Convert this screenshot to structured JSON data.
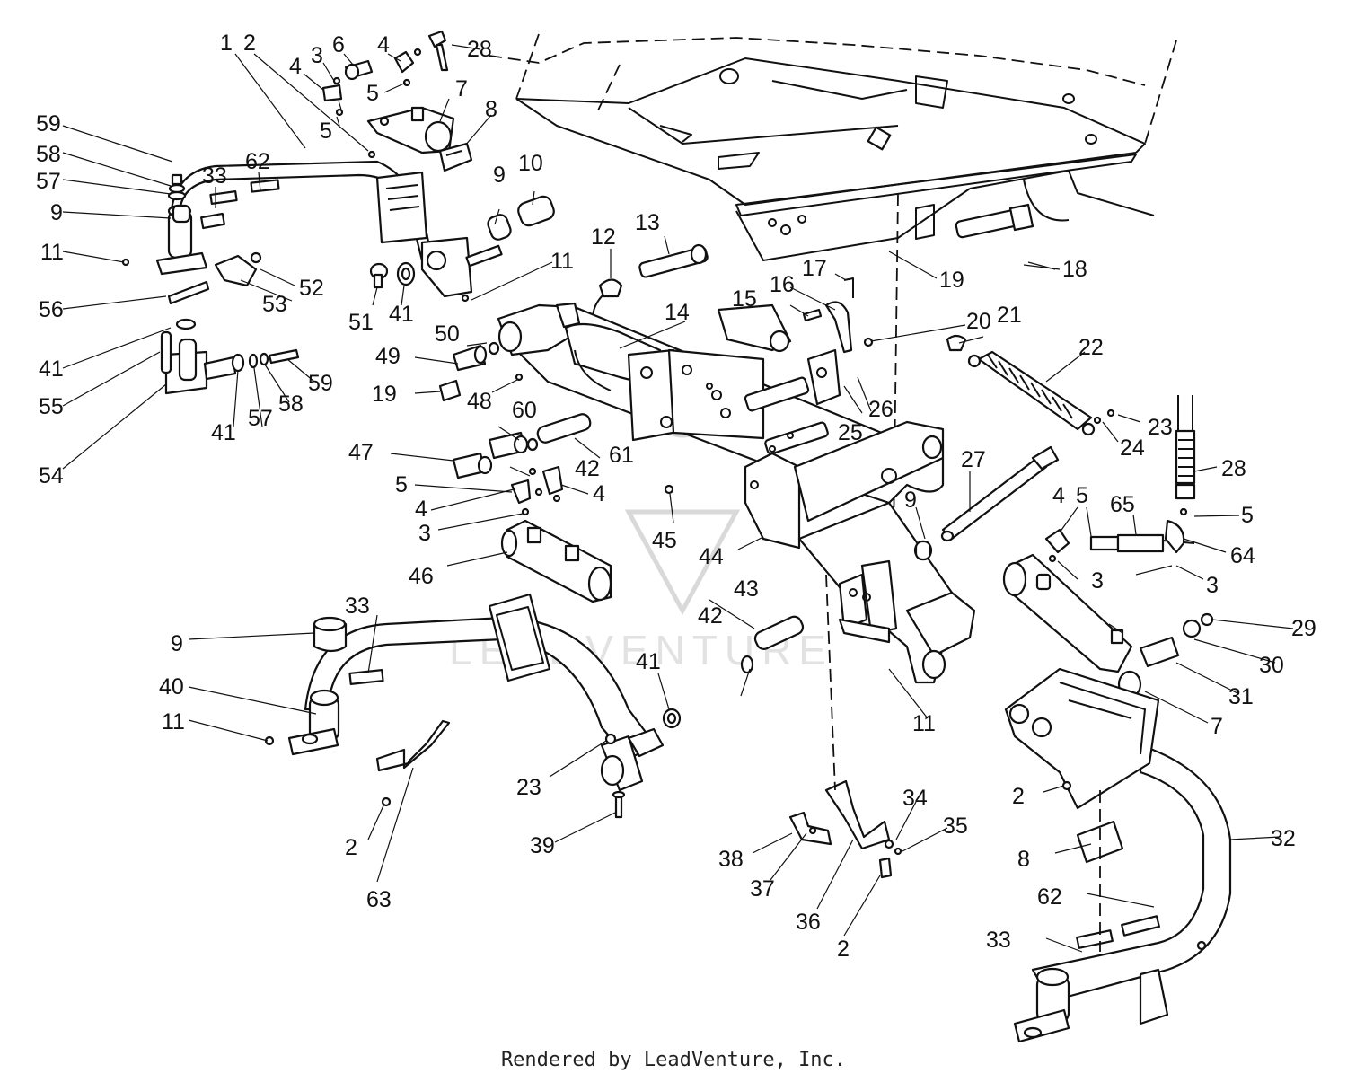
{
  "footer": "Rendered by LeadVenture, Inc.",
  "watermark": {
    "text": "LEADVENTURE"
  },
  "callouts": [
    {
      "id": "1",
      "text": "1"
    },
    {
      "id": "2",
      "text": "2"
    },
    {
      "id": "3",
      "text": "3"
    },
    {
      "id": "4",
      "text": "4"
    },
    {
      "id": "5",
      "text": "5"
    },
    {
      "id": "6",
      "text": "6"
    },
    {
      "id": "7",
      "text": "7"
    },
    {
      "id": "8",
      "text": "8"
    },
    {
      "id": "9",
      "text": "9"
    },
    {
      "id": "10",
      "text": "10"
    },
    {
      "id": "11",
      "text": "11"
    },
    {
      "id": "12",
      "text": "12"
    },
    {
      "id": "13",
      "text": "13"
    },
    {
      "id": "14",
      "text": "14"
    },
    {
      "id": "15",
      "text": "15"
    },
    {
      "id": "16",
      "text": "16"
    },
    {
      "id": "17",
      "text": "17"
    },
    {
      "id": "18",
      "text": "18"
    },
    {
      "id": "19",
      "text": "19"
    },
    {
      "id": "20",
      "text": "20"
    },
    {
      "id": "21",
      "text": "21"
    },
    {
      "id": "22",
      "text": "22"
    },
    {
      "id": "23",
      "text": "23"
    },
    {
      "id": "24",
      "text": "24"
    },
    {
      "id": "25",
      "text": "25"
    },
    {
      "id": "26",
      "text": "26"
    },
    {
      "id": "27",
      "text": "27"
    },
    {
      "id": "28",
      "text": "28"
    },
    {
      "id": "29",
      "text": "29"
    },
    {
      "id": "30",
      "text": "30"
    },
    {
      "id": "31",
      "text": "31"
    },
    {
      "id": "32",
      "text": "32"
    },
    {
      "id": "33",
      "text": "33"
    },
    {
      "id": "34",
      "text": "34"
    },
    {
      "id": "35",
      "text": "35"
    },
    {
      "id": "36",
      "text": "36"
    },
    {
      "id": "37",
      "text": "37"
    },
    {
      "id": "38",
      "text": "38"
    },
    {
      "id": "39",
      "text": "39"
    },
    {
      "id": "40",
      "text": "40"
    },
    {
      "id": "41",
      "text": "41"
    },
    {
      "id": "42",
      "text": "42"
    },
    {
      "id": "43",
      "text": "43"
    },
    {
      "id": "44",
      "text": "44"
    },
    {
      "id": "45",
      "text": "45"
    },
    {
      "id": "46",
      "text": "46"
    },
    {
      "id": "47",
      "text": "47"
    },
    {
      "id": "48",
      "text": "48"
    },
    {
      "id": "49",
      "text": "49"
    },
    {
      "id": "50",
      "text": "50"
    },
    {
      "id": "51",
      "text": "51"
    },
    {
      "id": "52",
      "text": "52"
    },
    {
      "id": "53",
      "text": "53"
    },
    {
      "id": "54",
      "text": "54"
    },
    {
      "id": "55",
      "text": "55"
    },
    {
      "id": "56",
      "text": "56"
    },
    {
      "id": "57",
      "text": "57"
    },
    {
      "id": "58",
      "text": "58"
    },
    {
      "id": "59",
      "text": "59"
    },
    {
      "id": "60",
      "text": "60"
    },
    {
      "id": "61",
      "text": "61"
    },
    {
      "id": "62",
      "text": "62"
    },
    {
      "id": "63",
      "text": "63"
    },
    {
      "id": "64",
      "text": "64"
    },
    {
      "id": "65",
      "text": "65"
    }
  ]
}
